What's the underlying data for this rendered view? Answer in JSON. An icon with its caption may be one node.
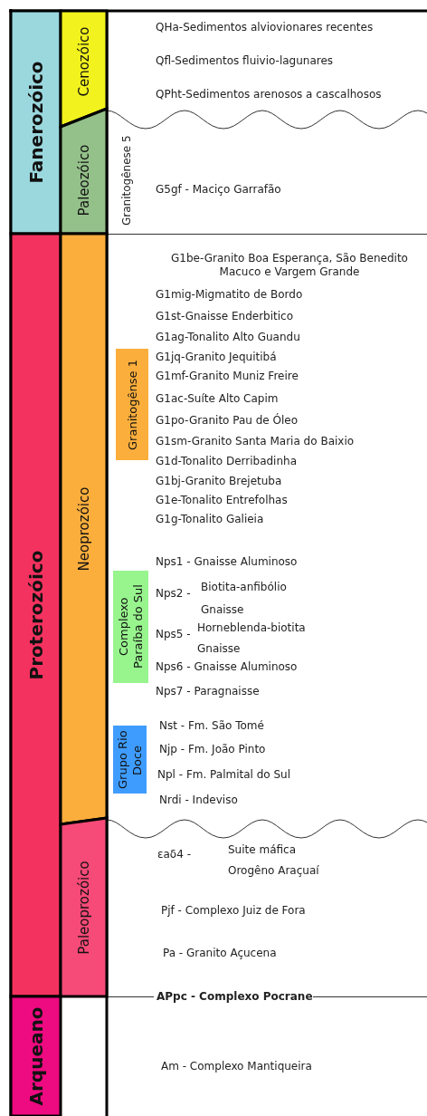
{
  "diagram": {
    "nodes": [
      {
        "text": [
          "Fanerozóico"
        ]
      },
      {
        "text": [
          "Cenozóico"
        ]
      },
      {
        "text": [
          "Paleozóico"
        ]
      },
      {
        "text": [
          "Proterozóico"
        ]
      },
      {
        "text": [
          "Neoprozóico"
        ]
      },
      {
        "text": [
          "Granitogênse 1"
        ]
      },
      {
        "text": [
          "Complexo Paraíba do Sul"
        ]
      },
      {
        "text": [
          "Grupo Rio Doce"
        ]
      },
      {
        "text": [
          "Paleoprozóico"
        ]
      },
      {
        "text": [
          "Arqueano"
        ]
      }
    ],
    "labels": [
      "QHa-Sedimentos alviovionares recentes",
      "Qfl-Sedimentos fluivio-lagunares",
      "QPht-Sedimentos arenosos a cascalhosos",
      "Granitogênese 5",
      "G5gf - Maciço Garrafão",
      "G1be-Granito Boa Esperança, São Benedito Macuco e Vargem Grande",
      "G1mig-Migmatito de Bordo",
      "G1st-Gnaisse Enderbitico",
      "G1ag-Tonalito Alto Guandu",
      "G1jq-Granito Jequitibá",
      "G1mf-Granito Muniz Freire",
      "G1ac-Suíte Alto Capim",
      "G1po-Granito Pau de Óleo",
      "G1sm-Granito Santa Maria do Baixio",
      "G1d-Tonalito Derribadinha",
      "G1bj-Granito Brejetuba",
      "G1e-Tonalito Entrefolhas",
      "G1g-Tonalito Galieia",
      "Nps1 - Gnaisse Aluminoso",
      "Nps2 -",
      "Biotita-anfibólio Gnaisse",
      "Nps5 -",
      "Horneblenda-biotita Gnaisse",
      "Nps6 - Gnaisse Aluminoso",
      "Nps7 - Paragnaisse",
      "Nst - Fm. São Tomé",
      "Njp - Fm. João Pinto",
      "Npl - Fm. Palmital do Sul",
      "Nrdi - Indeviso",
      "εaδ4 -",
      "Suite máfica Orogêno Araçuaí",
      "Pjf - Complexo Juiz de Fora",
      "Pa - Granito Açucena",
      "APpc - Complexo Pocrane",
      "Am - Complexo Mantiqueira"
    ]
  }
}
